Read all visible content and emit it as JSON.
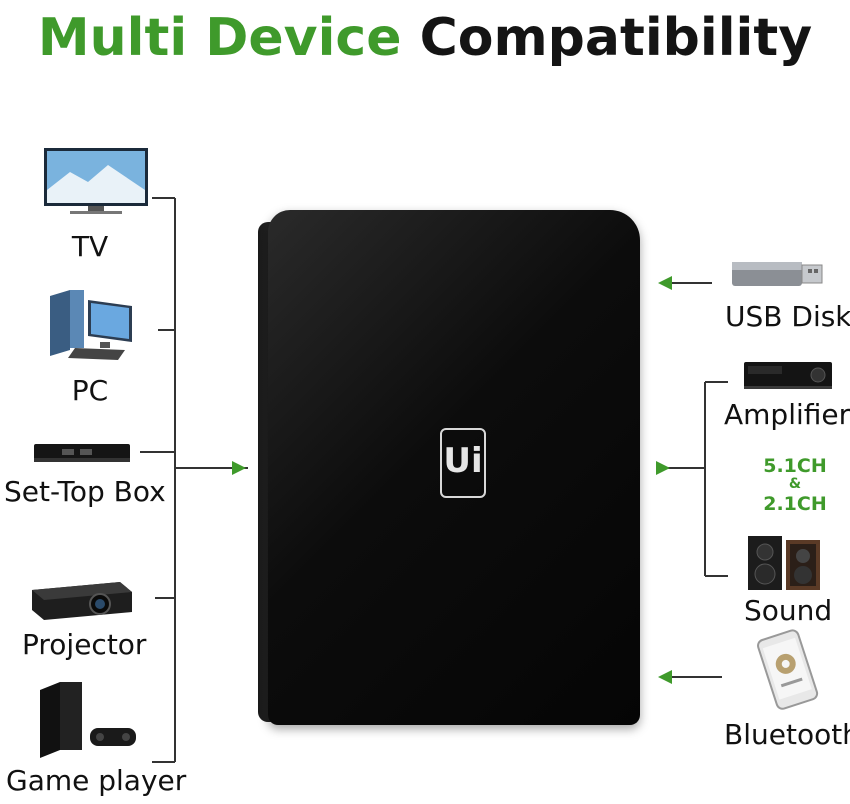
{
  "title": {
    "part1": "Multi Device",
    "part2": "Compatibility"
  },
  "inputs": [
    {
      "label": "TV",
      "icon": "tv-icon"
    },
    {
      "label": "PC",
      "icon": "pc-icon"
    },
    {
      "label": "Set-Top Box",
      "icon": "set-top-box-icon"
    },
    {
      "label": "Projector",
      "icon": "projector-icon"
    },
    {
      "label": "Game player",
      "icon": "game-player-icon"
    }
  ],
  "outputs": [
    {
      "label": "USB Disk",
      "icon": "usb-disk-icon"
    },
    {
      "label": "Amplifier",
      "icon": "amplifier-icon"
    },
    {
      "label": "Sound",
      "icon": "speaker-icon"
    },
    {
      "label": "Bluetooth",
      "icon": "smartphone-icon"
    }
  ],
  "channels": {
    "line1": "5.1CH",
    "line2": "&",
    "line3": "2.1CH"
  },
  "device_logo": "Ui",
  "colors": {
    "accent_green": "#3f9a2b",
    "line": "#333333",
    "device": "#0c0c0c"
  }
}
